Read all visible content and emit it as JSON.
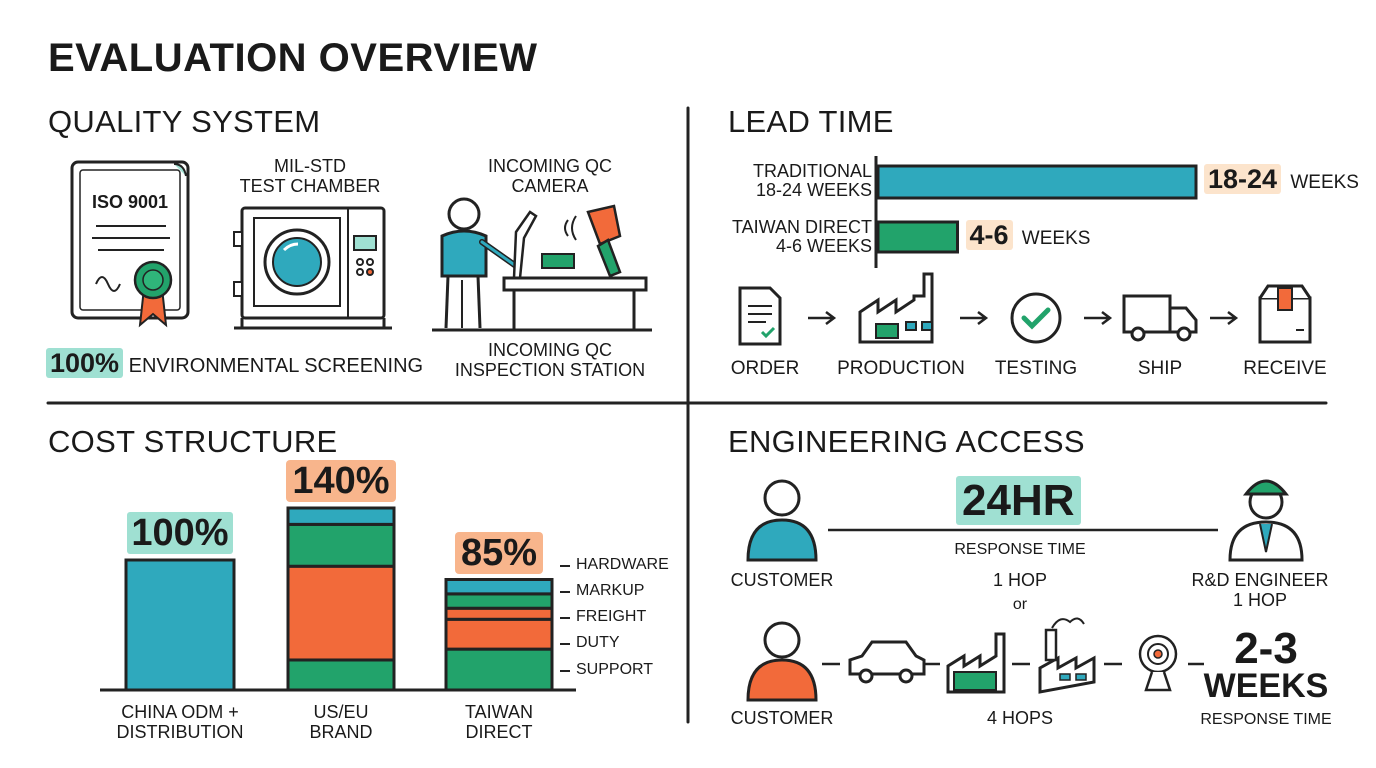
{
  "title": "EVALUATION OVERVIEW",
  "quality": {
    "heading": "QUALITY SYSTEM",
    "cert_label": "ISO 9001",
    "chamber_label": "MIL-STD\nTEST CHAMBER",
    "camera_label": "INCOMING QC\nCAMERA",
    "screening_pct": "100%",
    "screening_label": "ENVIRONMENTAL SCREENING",
    "station_label": "INCOMING QC\nINSPECTION STATION"
  },
  "lead": {
    "heading": "LEAD TIME",
    "bars": [
      {
        "label": "TRADITIONAL\n18-24 WEEKS",
        "value_num": "18-24",
        "value_unit": "WEEKS",
        "weeks_max": 24,
        "color": "#2fa9bd"
      },
      {
        "label": "TAIWAN DIRECT\n4-6 WEEKS",
        "value_num": "4-6",
        "value_unit": "WEEKS",
        "weeks_max": 6,
        "color": "#22a36b"
      }
    ],
    "steps": [
      "ORDER",
      "PRODUCTION",
      "TESTING",
      "SHIP",
      "RECEIVE"
    ]
  },
  "cost": {
    "heading": "COST STRUCTURE",
    "legend": [
      "HARDWARE",
      "MARKUP",
      "FREIGHT",
      "DUTY",
      "SUPPORT"
    ],
    "bars": [
      {
        "label": "CHINA ODM +\nDISTRIBUTION",
        "pct": "100%",
        "value": 100
      },
      {
        "label": "US/EU\nBRAND",
        "pct": "140%",
        "value": 140
      },
      {
        "label": "TAIWAN\nDIRECT",
        "pct": "85%",
        "value": 85
      }
    ]
  },
  "eng": {
    "heading": "ENGINEERING ACCESS",
    "customer_label": "CUSTOMER",
    "response_fast": "24HR",
    "response_label": "RESPONSE TIME",
    "engineer_label": "R&D ENGINEER\n1 HOP",
    "one_hop": "1 HOP",
    "or": "or",
    "customer2_label": "CUSTOMER",
    "four_hops": "4 HOPS",
    "response_slow_num": "2-3",
    "response_slow_unit": "WEEKS",
    "response_slow_label": "RESPONSE TIME"
  },
  "colors": {
    "teal": "#2fa9bd",
    "green": "#22a36b",
    "orange": "#f26a3a",
    "highlight_teal": "#9fe0d2",
    "highlight_orange": "#f8b58c"
  }
}
